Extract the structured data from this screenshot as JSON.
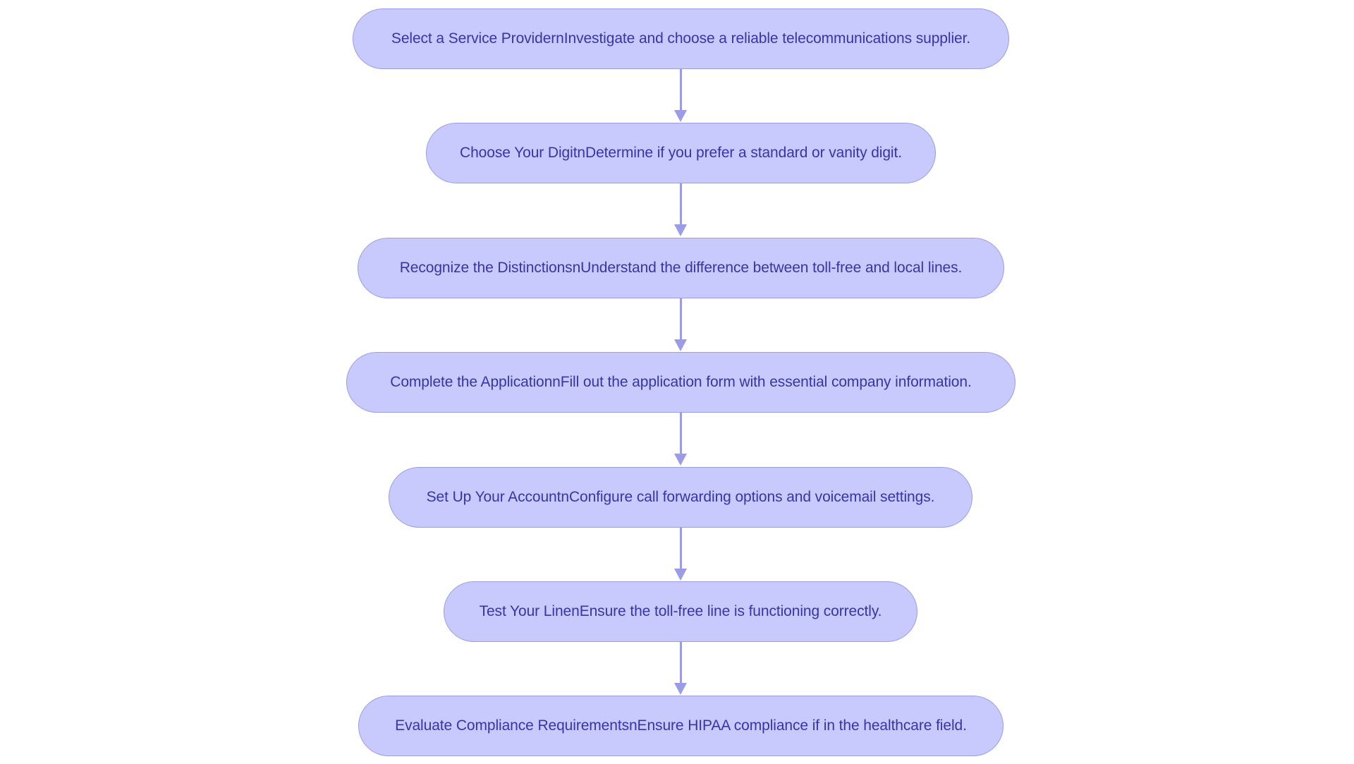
{
  "steps": [
    {
      "text": "Select a Service ProvidernInvestigate and choose a reliable telecommunications supplier."
    },
    {
      "text": "Choose Your DigitnDetermine if you prefer a standard or vanity digit."
    },
    {
      "text": "Recognize the DistinctionsnUnderstand the difference between toll-free and local lines."
    },
    {
      "text": "Complete the ApplicationnFill out the application form with essential company information."
    },
    {
      "text": "Set Up Your AccountnConfigure call forwarding options and voicemail settings."
    },
    {
      "text": "Test Your LinenEnsure the toll-free line is functioning correctly."
    },
    {
      "text": "Evaluate Compliance RequirementsnEnsure HIPAA compliance if in the healthcare field."
    }
  ],
  "colors": {
    "node_fill": "#c8cafd",
    "node_border": "#9a9ce8",
    "node_text": "#3535a8",
    "connector": "#9a9ce8"
  }
}
